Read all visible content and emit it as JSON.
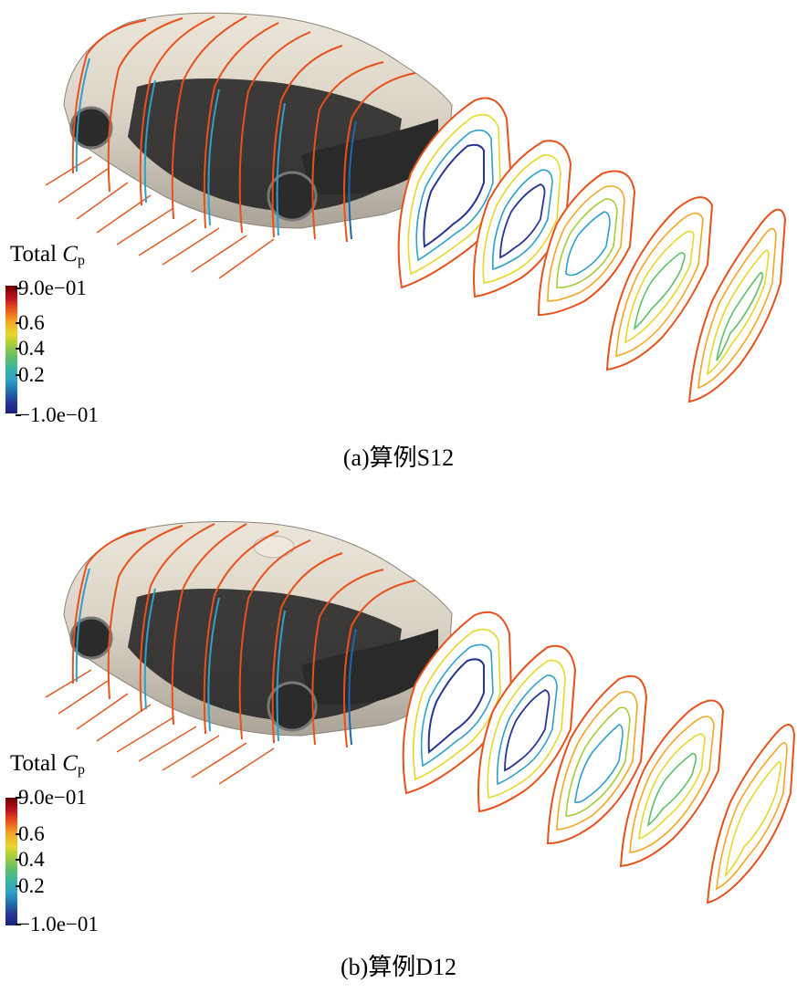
{
  "legend": {
    "title_prefix": "Total ",
    "title_symbol": "C",
    "title_subscript": "p",
    "ticks": [
      "9.0e−01",
      "0.6",
      "0.4",
      "0.2",
      "−1.0e−01"
    ]
  },
  "colorbar_colors": [
    "#1a237e",
    "#2166ac",
    "#2fa0c8",
    "#33b5a6",
    "#a6cd3c",
    "#e6d82a",
    "#f5a623",
    "#e8501c",
    "#c1121f",
    "#6b0000"
  ],
  "panels": [
    {
      "caption": "(a)算例S12"
    },
    {
      "caption": "(b)算例D12"
    }
  ]
}
